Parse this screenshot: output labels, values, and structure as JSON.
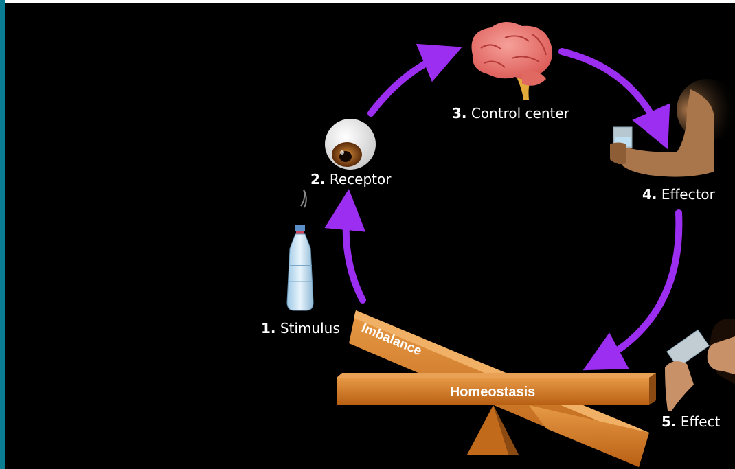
{
  "colors": {
    "background": "#000000",
    "side_bar": "#0a7d93",
    "arrow": "#9b2ef0",
    "plank": "#d17a24",
    "plank_dark": "#8a4a12",
    "text": "#ffffff"
  },
  "steps": [
    {
      "number": "1.",
      "name": "Stimulus",
      "icon": "water-bottle-icon"
    },
    {
      "number": "2.",
      "name": "Receptor",
      "icon": "eye-icon"
    },
    {
      "number": "3.",
      "name": "Control center",
      "icon": "brain-icon"
    },
    {
      "number": "4.",
      "name": "Effector",
      "icon": "arm-holding-glass-icon"
    },
    {
      "number": "5.",
      "name": "Effect",
      "icon": "person-drinking-icon"
    }
  ],
  "seesaw": {
    "tilted_label": "Imbalance",
    "level_label": "Homeostasis"
  }
}
